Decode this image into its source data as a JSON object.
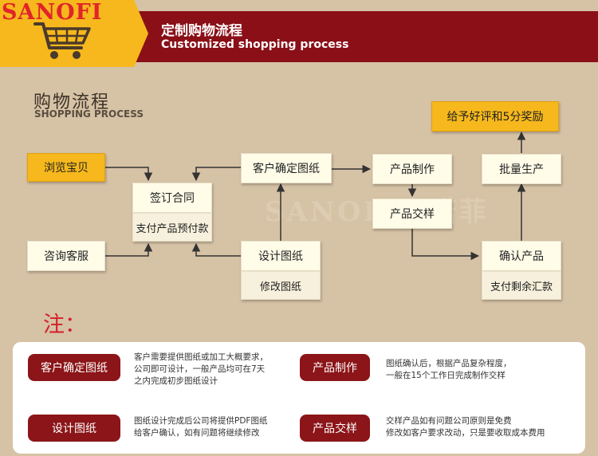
{
  "header": {
    "brand": "SANOFI",
    "title_cn": "定制购物流程",
    "title_en": "Customized shopping process",
    "icon": "shopping-cart-icon",
    "colors": {
      "bar": "#8a0f17",
      "gold": "#f6b81c",
      "brand": "#e0242a"
    }
  },
  "section": {
    "title": "购物流程",
    "subtitle": "SHOPPING PROCESS"
  },
  "watermark": "SANOFI赛诺菲",
  "flow": {
    "browse": "浏览宝贝",
    "consult": "咨询客服",
    "sign": "签订合同",
    "prepay": "支付产品预付款",
    "confirm_drawing": "客户确定图纸",
    "design": "设计图纸",
    "revise": "修改图纸",
    "produce": "产品制作",
    "sample": "产品交样",
    "confirm_product": "确认产品",
    "balance": "支付剩余汇款",
    "mass": "批量生产",
    "review": "给予好评和5分奖励"
  },
  "notes": {
    "heading": "注：",
    "items": [
      {
        "tag": "客户确定图纸",
        "lines": [
          "客户需要提供图纸或加工大概要求，",
          "公司即可设计，一般产品均可在7天",
          "之内完成初步图纸设计"
        ]
      },
      {
        "tag": "产品制作",
        "lines": [
          "图纸确认后，根据产品复杂程度，",
          "一般在15个工作日完成制作交样"
        ]
      },
      {
        "tag": "设计图纸",
        "lines": [
          "图纸设计完成后公司将提供PDF图纸",
          "给客户确认，如有问题将继续修改"
        ]
      },
      {
        "tag": "产品交样",
        "lines": [
          "交样产品如有问题公司原则是免费",
          "修改如客户要求改动，只是要收取成本费用"
        ]
      }
    ]
  }
}
